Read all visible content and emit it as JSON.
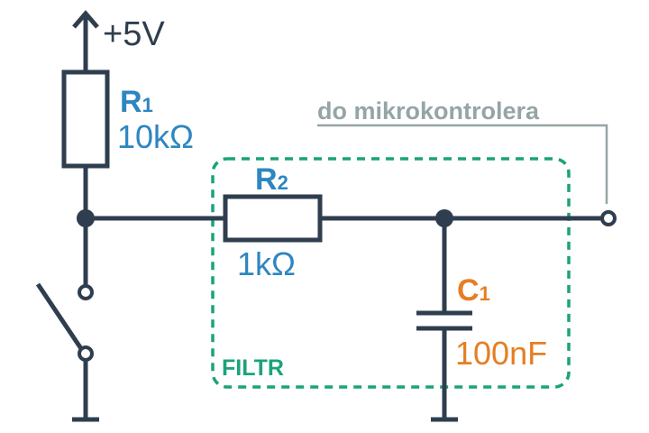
{
  "supply_label": "+5V",
  "r1": {
    "name": "R",
    "index": "1",
    "value": "10kΩ"
  },
  "r2": {
    "name": "R",
    "index": "2",
    "value": "1kΩ"
  },
  "c1": {
    "name": "C",
    "index": "1",
    "value": "100nF"
  },
  "output_label": "do mikrokontrolera",
  "filter_label": "FILTR",
  "colors": {
    "wire": "#2f3e4e",
    "resistor_label": "#2e86c1",
    "capacitor_label": "#e67e22",
    "filter_box": "#1aa37a",
    "output_note": "#95a5a6"
  }
}
